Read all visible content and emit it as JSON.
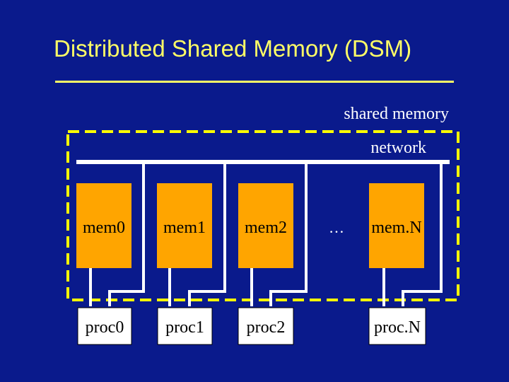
{
  "title": "Distributed Shared Memory (DSM)",
  "labels": {
    "shared_memory": "shared memory",
    "network": "network",
    "ellipsis": "…"
  },
  "memories": [
    "mem0",
    "mem1",
    "mem2",
    "mem.N"
  ],
  "processors": [
    "proc0",
    "proc1",
    "proc2",
    "proc.N"
  ],
  "colors": {
    "background": "#0a1a8c",
    "title": "#ffff66",
    "dashed_border": "#ffff00",
    "memory_fill": "#ffa500",
    "processor_fill": "#ffffff",
    "wire": "#ffffff"
  }
}
